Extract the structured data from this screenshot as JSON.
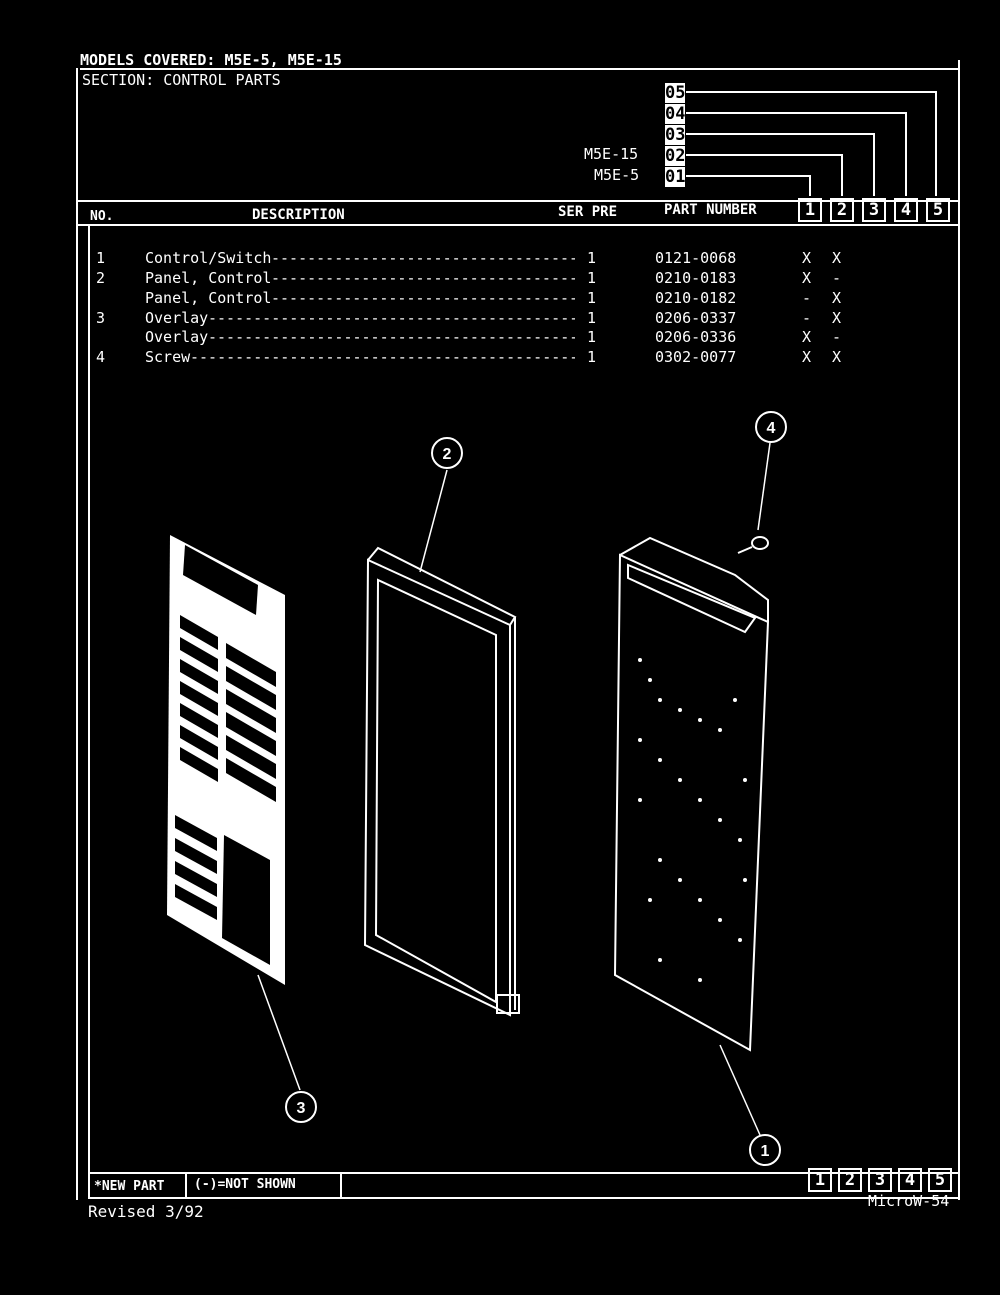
{
  "header": {
    "models_covered": "MODELS COVERED: M5E-5, M5E-15",
    "section": "SECTION: CONTROL PARTS",
    "model_column_numbers": [
      "05",
      "04",
      "03",
      "02",
      "01"
    ],
    "model_labels": {
      "02": "M5E-15",
      "01": "M5E-5"
    }
  },
  "table": {
    "columns": {
      "no": "NO.",
      "description": "DESCRIPTION",
      "ser_pre": "SER PRE",
      "part_number": "PART NUMBER"
    },
    "column_boxes": [
      "1",
      "2",
      "3",
      "4",
      "5"
    ],
    "rows": [
      {
        "no": "1",
        "description": "Control/Switch",
        "qty": "1",
        "part": "0121-0068",
        "m1": "X",
        "m2": "X"
      },
      {
        "no": "2",
        "description": "Panel, Control",
        "qty": "1",
        "part": "0210-0183",
        "m1": "X",
        "m2": "-"
      },
      {
        "no": "",
        "description": "Panel, Control",
        "qty": "1",
        "part": "0210-0182",
        "m1": "-",
        "m2": "X"
      },
      {
        "no": "3",
        "description": "Overlay",
        "qty": "1",
        "part": "0206-0337",
        "m1": "-",
        "m2": "X"
      },
      {
        "no": "",
        "description": "Overlay",
        "qty": "1",
        "part": "0206-0336",
        "m1": "X",
        "m2": "-"
      },
      {
        "no": "4",
        "description": "Screw",
        "qty": "1",
        "part": "0302-0077",
        "m1": "X",
        "m2": "X"
      }
    ]
  },
  "diagram": {
    "callouts": [
      "1",
      "2",
      "3",
      "4"
    ]
  },
  "footer": {
    "new_part": "*NEW PART",
    "not_shown": "(-)=NOT SHOWN",
    "boxes": [
      "1",
      "2",
      "3",
      "4",
      "5"
    ],
    "revised": "Revised 3/92",
    "page_id": "MicroW-54"
  }
}
